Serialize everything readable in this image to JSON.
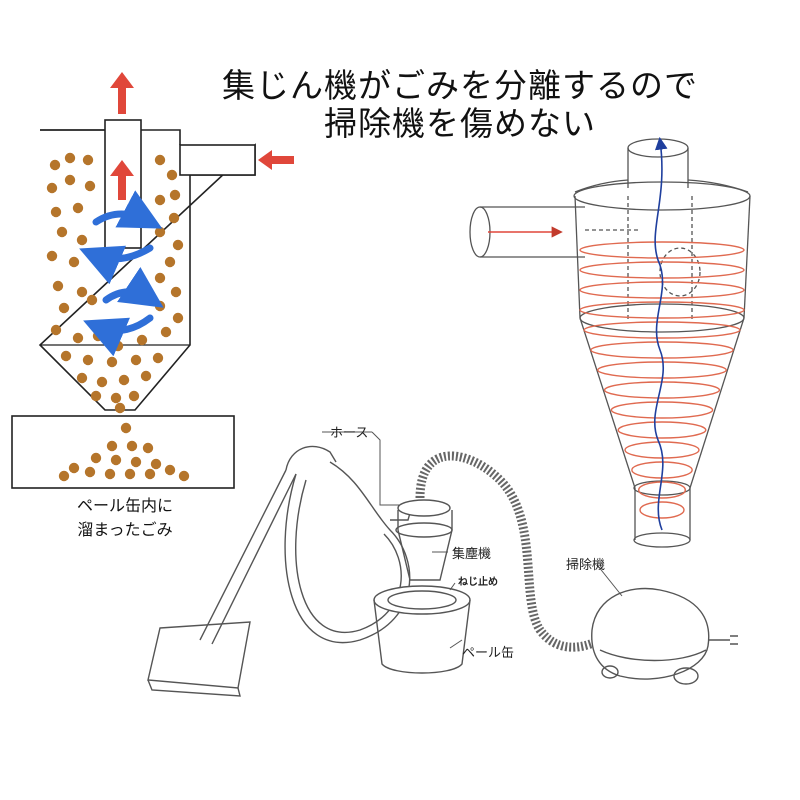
{
  "title": {
    "line1": "集じん機がごみを分離するので",
    "line2": "掃除機を傷めない"
  },
  "pail_caption": {
    "line1": "ペール缶内に",
    "line2": "溜まったごみ"
  },
  "labels": {
    "hose": "ホース",
    "dust_collector": "集塵機",
    "screw_lock": "ねじ止め",
    "vacuum_cleaner": "掃除機",
    "pail_can": "ペール缶"
  },
  "colors": {
    "airflow_arrow": "#e0473a",
    "swirl_arrow": "#2f6fd8",
    "dust": "#b5752b",
    "cyclone_spiral": "#e06a50",
    "cyclone_core": "#1f3f9e"
  }
}
